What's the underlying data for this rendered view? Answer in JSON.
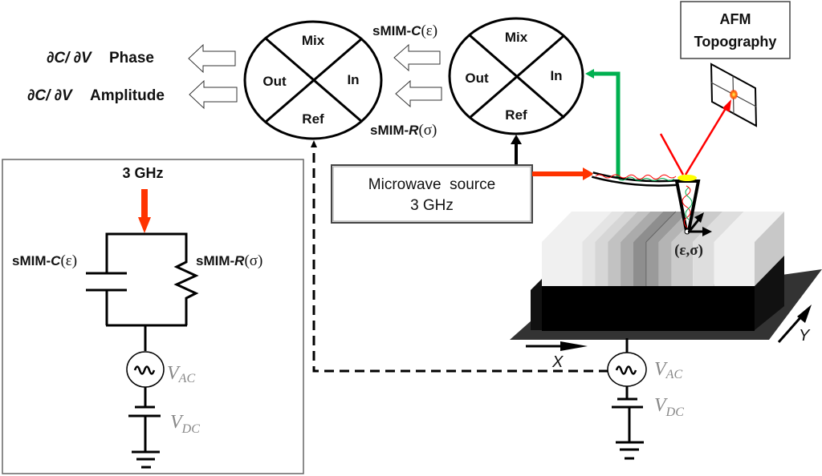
{
  "outputs": {
    "phase_label": "∂C/ ∂V Phase",
    "phase_prefix": "∂C/ ∂V",
    "phase_suffix": "Phase",
    "amplitude_prefix": "∂C/ ∂V",
    "amplitude_suffix": "Amplitude"
  },
  "mixer_left": {
    "top": "Mix",
    "left": "Out",
    "right": "In",
    "bottom": "Ref"
  },
  "mixer_right": {
    "top": "Mix",
    "left": "Out",
    "right": "In",
    "bottom": "Ref"
  },
  "signals": {
    "cap_prefix": "sMIM-",
    "cap_var": "C",
    "cap_arg": "(ε)",
    "res_prefix": "sMIM-",
    "res_var": "R",
    "res_arg": "(σ)"
  },
  "afm_box": {
    "line1": "AFM",
    "line2": "Topography"
  },
  "source_box": {
    "line1": "Microwave  source",
    "line2": "3 GHz"
  },
  "circuit": {
    "freq_label": "3 GHz",
    "cap_prefix": "sMIM-",
    "cap_var": "C",
    "cap_arg": "(ε)",
    "res_prefix": "sMIM-",
    "res_var": "R",
    "res_arg": "(σ)",
    "vac_main": "V",
    "vac_sub": "AC",
    "vdc_main": "V",
    "vdc_sub": "DC"
  },
  "sample": {
    "point_label": "(ε,σ)",
    "x_axis": "X",
    "y_axis": "Y",
    "vac_main": "V",
    "vac_sub": "AC",
    "vdc_main": "V",
    "vdc_sub": "DC",
    "stripe_grays": [
      "#f0f0f0",
      "#e4e4e4",
      "#d6d6d6",
      "#c2c2c2",
      "#ababab",
      "#8e8e8e",
      "#9a9a9a",
      "#b4b4b4",
      "#cbcbcb",
      "#dedede",
      "#f0f0f0"
    ]
  },
  "colors": {
    "microwave_red": "#ff3300",
    "reflect_green": "#00b050",
    "laser_red": "#ff0000",
    "stage_dark": "#333333",
    "block_black": "#000000"
  }
}
